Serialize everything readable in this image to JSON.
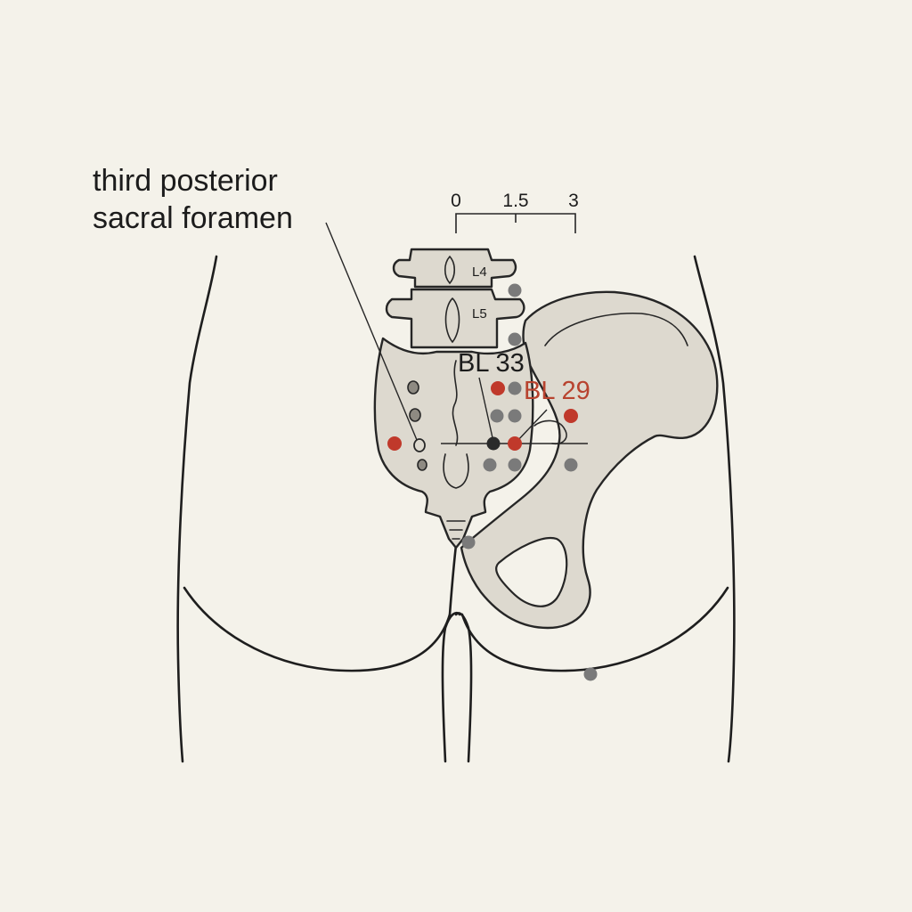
{
  "annotation": {
    "line1": "third posterior",
    "line2": "sacral foramen"
  },
  "scale": {
    "ticks": [
      "0",
      "1.5",
      "3"
    ]
  },
  "vertebrae": {
    "upper": "L4",
    "lower": "L5"
  },
  "points": {
    "primary": "BL 33",
    "secondary": "BL 29"
  },
  "colors": {
    "background": "#f4f2ea",
    "bone": "#ddd9cf",
    "outline": "#1e1e1e",
    "highlight_point": "#c0392b",
    "secondary_label": "#b8432f",
    "neutral_point": "#7a7a7a",
    "target_point": "#2a2a2a"
  }
}
